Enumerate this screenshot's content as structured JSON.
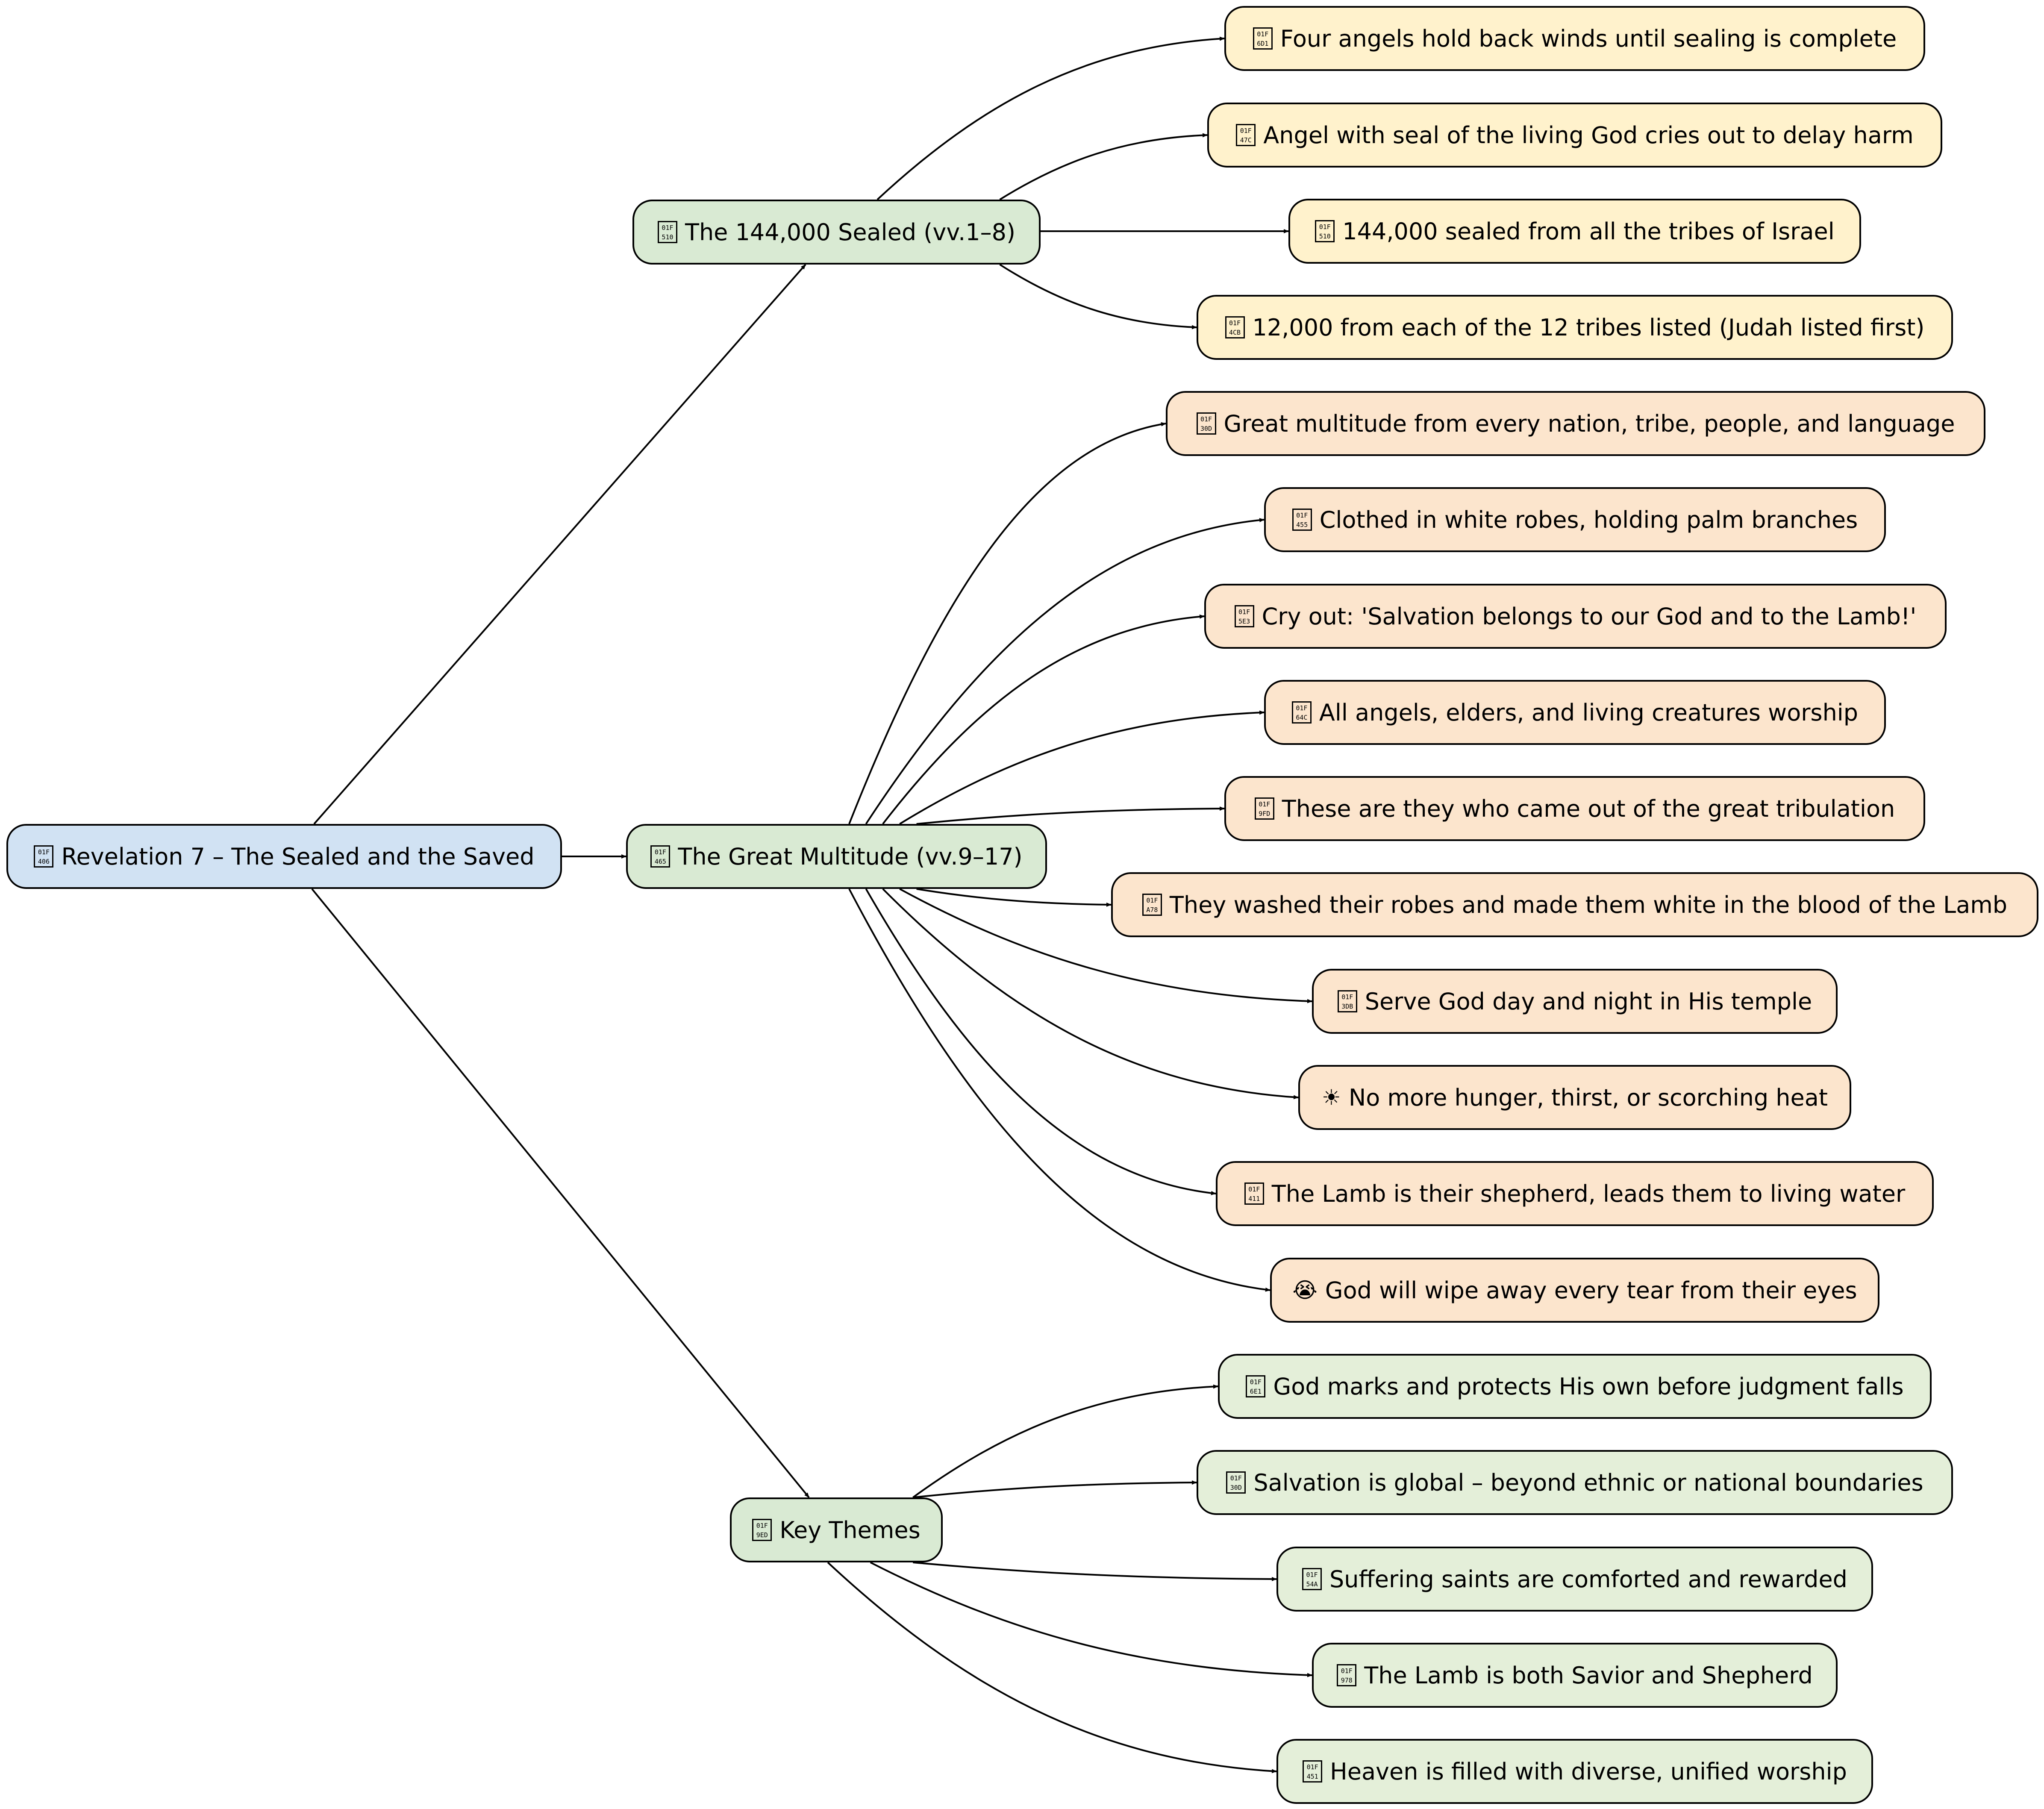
{
  "colors": {
    "root": "#d1e2f3",
    "branch": "#d9ead3",
    "sealed_leaf": "#fff2cc",
    "multitude_leaf": "#fce5cd",
    "theme_leaf": "#e4efd9",
    "edge": "#000000"
  },
  "root": {
    "id": "root",
    "icon": "1F406",
    "label": "Revelation 7 – The Sealed and the Saved"
  },
  "branches": [
    {
      "id": "sealed",
      "icon": "1F510",
      "label": "The 144,000 Sealed (vv.1–8)",
      "children": [
        {
          "id": "s1",
          "icon": "1F6D1",
          "label": "Four angels hold back winds until sealing is complete"
        },
        {
          "id": "s2",
          "icon": "1F47C",
          "label": "Angel with seal of the living God cries out to delay harm"
        },
        {
          "id": "s3",
          "icon": "1F510",
          "label": "144,000 sealed from all the tribes of Israel"
        },
        {
          "id": "s4",
          "icon": "1F4CB",
          "label": "12,000 from each of the 12 tribes listed (Judah listed first)"
        }
      ]
    },
    {
      "id": "multitude",
      "icon": "1F465",
      "label": "The Great Multitude (vv.9–17)",
      "children": [
        {
          "id": "m1",
          "icon": "1F30D",
          "label": "Great multitude from every nation, tribe, people, and language"
        },
        {
          "id": "m2",
          "icon": "1F455",
          "label": "Clothed in white robes, holding palm branches"
        },
        {
          "id": "m3",
          "icon": "1F5E3",
          "label": "Cry out: 'Salvation belongs to our God and to the Lamb!'"
        },
        {
          "id": "m4",
          "icon": "1F64C",
          "label": "All angels, elders, and living creatures worship"
        },
        {
          "id": "m5",
          "icon": "1F9FD",
          "label": "These are they who came out of the great tribulation"
        },
        {
          "id": "m6",
          "icon": "1FA78",
          "label": "They washed their robes and made them white in the blood of the Lamb"
        },
        {
          "id": "m7",
          "icon": "1F3DB",
          "label": "Serve God day and night in His temple"
        },
        {
          "id": "m8",
          "icon": "☀",
          "label": "No more hunger, thirst, or scorching heat"
        },
        {
          "id": "m9",
          "icon": "1F411",
          "label": "The Lamb is their shepherd, leads them to living water"
        },
        {
          "id": "m10",
          "icon": "😭",
          "label": "God will wipe away every tear from their eyes"
        }
      ]
    },
    {
      "id": "themes",
      "icon": "1F9ED",
      "label": "Key Themes",
      "children": [
        {
          "id": "t1",
          "icon": "1F6E1",
          "label": "God marks and protects His own before judgment falls"
        },
        {
          "id": "t2",
          "icon": "1F30D",
          "label": "Salvation is global – beyond ethnic or national boundaries"
        },
        {
          "id": "t3",
          "icon": "1F54A",
          "label": "Suffering saints are comforted and rewarded"
        },
        {
          "id": "t4",
          "icon": "1F978",
          "label": "The Lamb is both Savior and Shepherd"
        },
        {
          "id": "t5",
          "icon": "1F451",
          "label": "Heaven is filled with diverse, unified worship"
        }
      ]
    }
  ]
}
